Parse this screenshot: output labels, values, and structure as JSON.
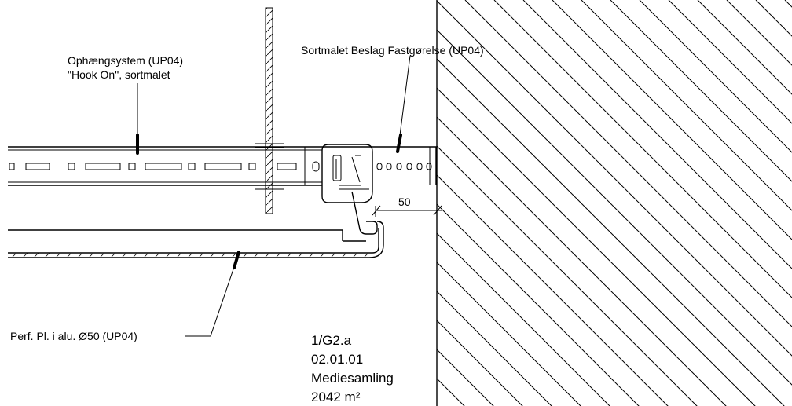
{
  "labels": {
    "suspension_line1": "Ophængsystem (UP04)",
    "suspension_line2": "\"Hook On\", sortmalet",
    "bracket": "Sortmalet Beslag Fastgørelse (UP04)",
    "panel": "Perf. Pl. i alu. Ø50 (UP04)",
    "dimension": "50"
  },
  "title_block": {
    "ref": "1/G2.a",
    "code": "02.01.01",
    "name": "Mediesamling",
    "area": "2042 m²"
  }
}
